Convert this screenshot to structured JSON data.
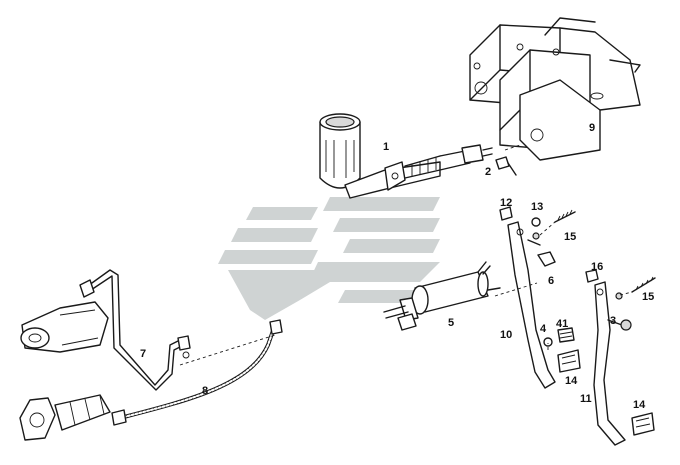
{
  "callouts": {
    "c1": "1",
    "c2": "2",
    "c3": "3",
    "c4": "4",
    "c41": "41",
    "c5": "5",
    "c6": "6",
    "c7": "7",
    "c8": "8",
    "c9": "9",
    "c10": "10",
    "c11": "11",
    "c12": "12",
    "c13": "13",
    "c14a": "14",
    "c14b": "14",
    "c15a": "15",
    "c15b": "15",
    "c16": "16"
  },
  "colors": {
    "line": "#1a1a1a",
    "watermark": "#cfd3d3",
    "background": "#ffffff"
  }
}
